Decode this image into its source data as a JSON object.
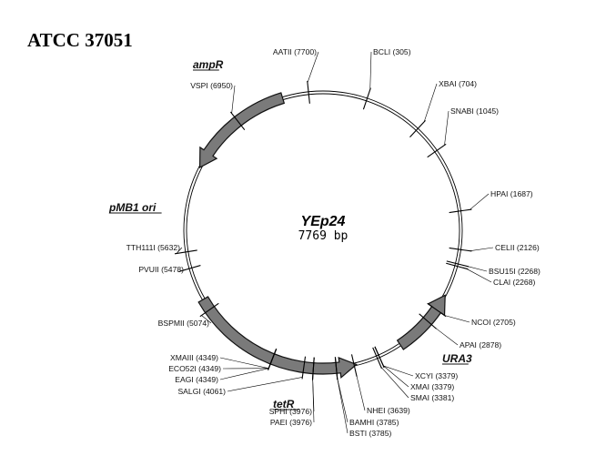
{
  "title": "ATCC 37051",
  "plasmid": {
    "name": "YEp24",
    "size": "7769 bp"
  },
  "genes": [
    {
      "label": "ampR",
      "start_deg": 297,
      "end_deg": 343,
      "arrow": "ccw"
    },
    {
      "label": "URA3",
      "start_deg": 118,
      "end_deg": 146,
      "arrow": "ccw"
    },
    {
      "label": "tetR",
      "start_deg": 166,
      "end_deg": 240,
      "arrow": "ccw"
    }
  ],
  "gene_labels": [
    "ampR",
    "pMB1 ori",
    "tetR",
    "URA3"
  ],
  "sites": [
    "AATII (7700)",
    "BCLI (305)",
    "XBAI (704)",
    "SNABI (1045)",
    "HPAI (1687)",
    "CELII (2126)",
    "BSU15I (2268)",
    "CLAI (2268)",
    "NCOI (2705)",
    "APAI (2878)",
    "XCYI (3379)",
    "XMAI (3379)",
    "SMAI (3381)",
    "NHEI (3639)",
    "BAMHI (3785)",
    "BSTI (3785)",
    "SPHI (3976)",
    "PAEI (3976)",
    "SALGI (4061)",
    "EAGI (4349)",
    "ECO52I (4349)",
    "XMAIII (4349)",
    "BSPMII (5074)",
    "PVUII (5478)",
    "TTH111I (5632)",
    "VSPI (6950)"
  ]
}
